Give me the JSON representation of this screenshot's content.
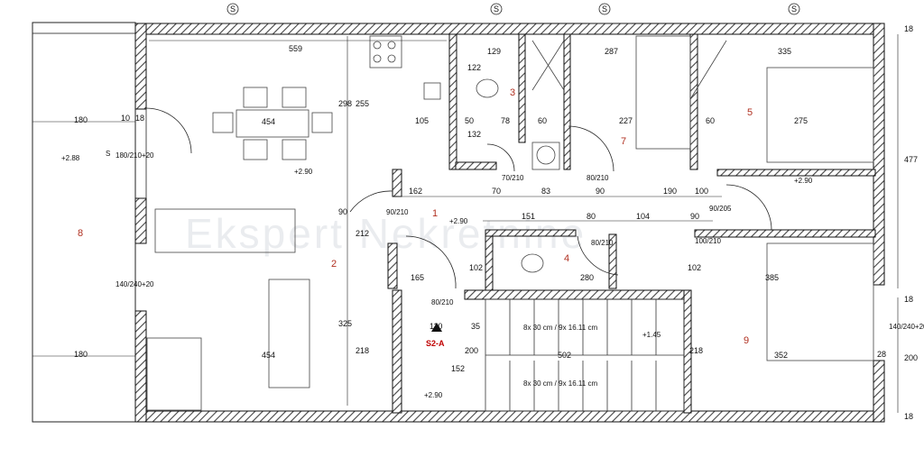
{
  "watermark": "Ekspert Nekretnine",
  "stair_label": "S2-A",
  "rooms": [
    "1",
    "2",
    "3",
    "4",
    "5",
    "7",
    "8",
    "9"
  ],
  "dimensions": {
    "top": [
      "559",
      "129",
      "287",
      "335"
    ],
    "interior": [
      "454",
      "105",
      "50",
      "78",
      "60",
      "227",
      "60",
      "275",
      "122",
      "132",
      "162",
      "70",
      "83",
      "90",
      "190",
      "100",
      "151",
      "80",
      "104",
      "90",
      "165",
      "102",
      "280",
      "102",
      "385",
      "110",
      "35",
      "200",
      "152",
      "502",
      "352",
      "454"
    ],
    "terrace": [
      "180",
      "10",
      "18",
      "180"
    ],
    "vertical": [
      "298",
      "255",
      "90",
      "212",
      "325",
      "218",
      "218",
      "477",
      "200",
      "18",
      "18",
      "18",
      "28"
    ]
  },
  "elevations": [
    "+2.88",
    "+2.90",
    "+2.90",
    "+2.90",
    "+2.90",
    "+1.45"
  ],
  "windows": [
    "180/210+20",
    "140/240+20",
    "140/240+20"
  ],
  "doors": [
    "90/210",
    "70/210",
    "80/210",
    "90/205",
    "80/210",
    "100/210",
    "80/210"
  ],
  "stairs": [
    "8x 30 cm / 9x 16.11 cm",
    "8x 30 cm / 9x 16.11 cm"
  ],
  "section_marks": [
    "S",
    "S",
    "S",
    "S"
  ],
  "marker": "S",
  "colors": {
    "wall": "#1a1a1a",
    "hatch": "#555555",
    "room_label": "#b03020",
    "stair_label": "#c00000",
    "watermark": "#d9dde2"
  }
}
